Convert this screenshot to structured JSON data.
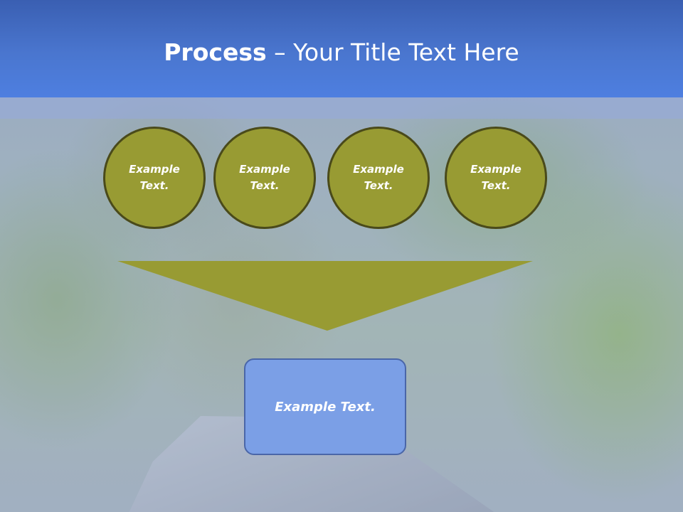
{
  "title": {
    "bold": "Process",
    "rest": " – Your Title Text Here"
  },
  "circles": [
    {
      "text": "Example Text."
    },
    {
      "text": "Example Text."
    },
    {
      "text": "Example Text."
    },
    {
      "text": "Example Text."
    }
  ],
  "result": {
    "text": "Example Text."
  },
  "colors": {
    "header": "#4a76cf",
    "circle_fill": "#989b33",
    "circle_border": "#4a4a1a",
    "box_fill": "#7b9fe6"
  }
}
